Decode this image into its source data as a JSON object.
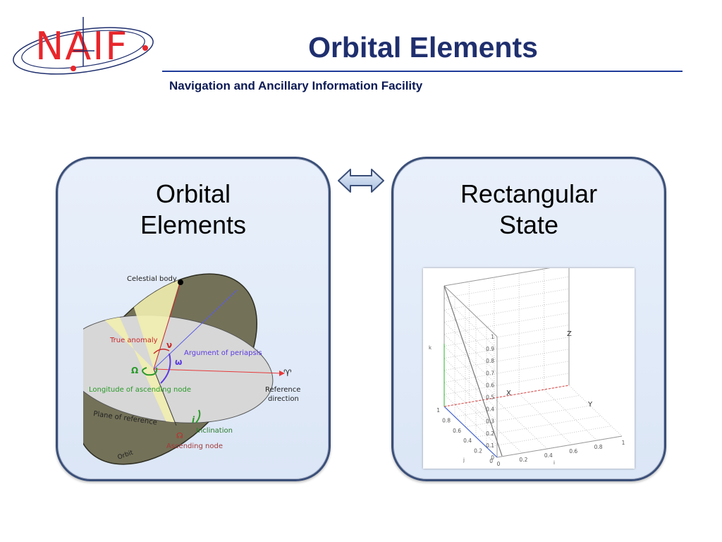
{
  "header": {
    "logo_text": "NAIF",
    "title": "Orbital Elements",
    "subtitle": "Navigation and Ancillary Information Facility"
  },
  "left_panel": {
    "heading_line1": "Orbital",
    "heading_line2": "Elements",
    "figure_labels": {
      "celestial_body": "Celestial body",
      "true_anomaly": "True anomaly",
      "nu": "ν",
      "argument_of_periapsis": "Argument of periapsis",
      "omega_small": "ω",
      "omega_big": "Ω",
      "longitude_ascending_node": "Longitude of ascending node",
      "aries": "♈",
      "reference_line1": "Reference",
      "reference_line2": "direction",
      "plane_of_reference": "Plane of reference",
      "inclination_symbol": "i",
      "inclination": "Inclination",
      "ascending_node_symbol": "☊",
      "ascending_node": "Ascending node",
      "orbit": "Orbit"
    }
  },
  "right_panel": {
    "heading_line1": "Rectangular",
    "heading_line2": "State",
    "plot": {
      "z_ticks": [
        "1",
        "0.9",
        "0.8",
        "0.7",
        "0.6",
        "0.5",
        "0.4",
        "0.3",
        "0.2",
        "0.1",
        "0"
      ],
      "x_ticks": [
        "1",
        "0.8",
        "0.6",
        "0.4",
        "0.2",
        "0"
      ],
      "y_ticks": [
        "0",
        "0.2",
        "0.4",
        "0.6",
        "0.8",
        "1"
      ],
      "z_axis_label": "k",
      "x_axis_label": "j",
      "y_axis_label": "i",
      "label_x": "X",
      "label_y": "Y",
      "label_z": "Z"
    }
  },
  "colors": {
    "title": "#1f2f6e",
    "logo_red": "#e8262b",
    "panel_border": "#3b4f78",
    "orbit_fill": "#737158",
    "plane_fill": "#d7d7d7",
    "sector_fill": "#f2eeb0"
  },
  "icons": {
    "double_arrow": "double-arrow-icon",
    "logo": "naif-logo-icon"
  }
}
